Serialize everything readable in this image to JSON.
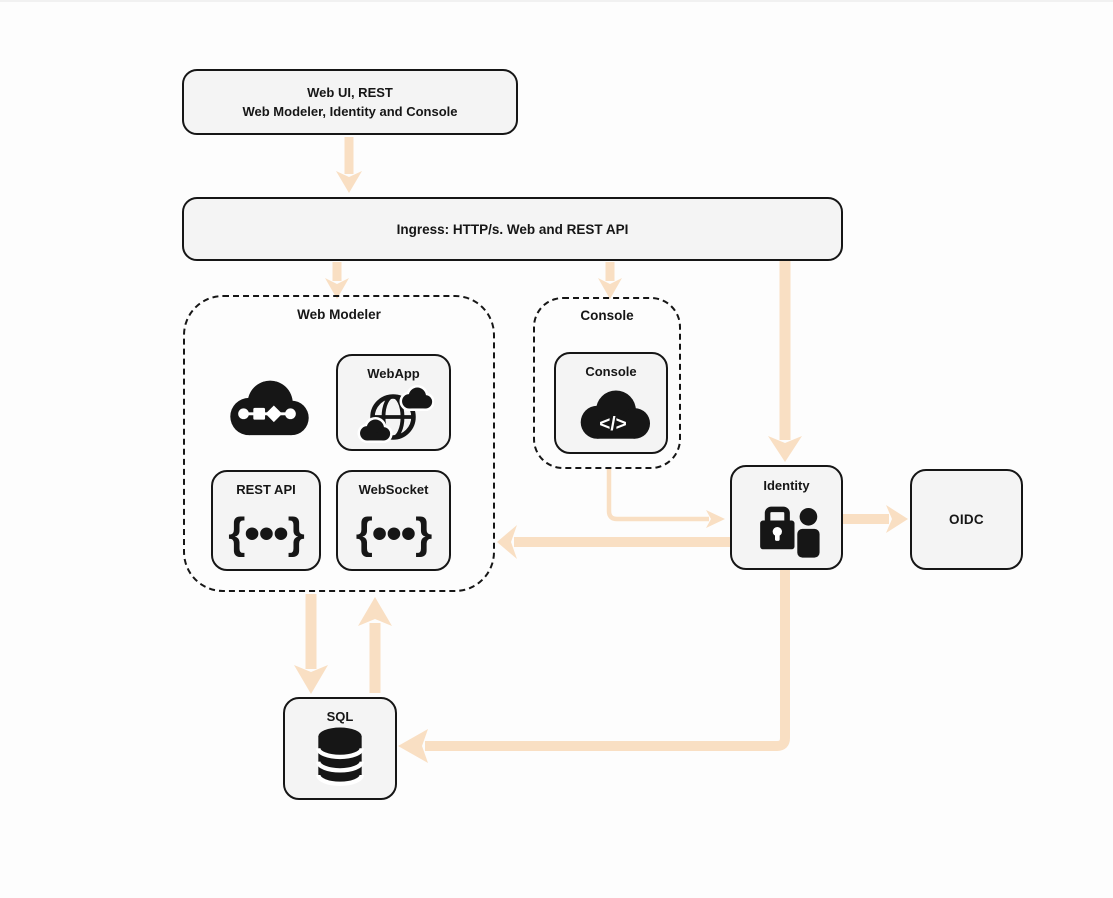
{
  "diagram": {
    "top_box": {
      "line1": "Web UI, REST",
      "line2": "Web Modeler, Identity and Console"
    },
    "ingress": {
      "label": "Ingress: HTTP/s. Web and REST API"
    },
    "web_modeler_group": {
      "title": "Web Modeler"
    },
    "webapp": {
      "label": "WebApp"
    },
    "rest_api": {
      "label": "REST API"
    },
    "websocket": {
      "label": "WebSocket"
    },
    "console_group": {
      "title": "Console"
    },
    "console": {
      "label": "Console"
    },
    "identity": {
      "label": "Identity"
    },
    "oidc": {
      "label": "OIDC"
    },
    "sql": {
      "label": "SQL"
    }
  },
  "icons": {
    "modeler_cloud": "cloud-with-bpmn-shapes-icon",
    "webapp_globe": "globe-with-clouds-icon",
    "console_cloud": "cloud-code-icon",
    "identity_lock_user": "lock-and-user-icon",
    "sql_database": "database-icon",
    "rest_api_glyph": "{•••}",
    "websocket_glyph": "{•••}",
    "console_glyph": "</>"
  },
  "colors": {
    "arrow": "#f9dfc3",
    "node_fill": "#f4f4f4",
    "border": "#161616",
    "bg": "#fdfdfd",
    "text": "#161616"
  }
}
